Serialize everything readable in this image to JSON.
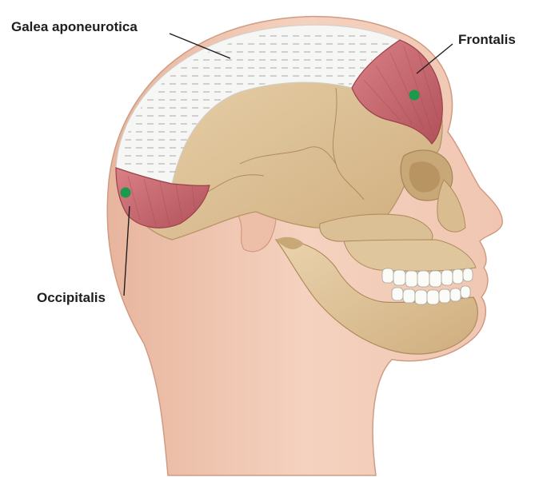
{
  "labels": {
    "galea": "Galea aponeurotica",
    "frontalis": "Frontalis",
    "occipitalis": "Occipitalis"
  },
  "colors": {
    "skin": "#f2cdb8",
    "skin_shadow": "#e3ad95",
    "skull": "#dfc49a",
    "skull_shadow": "#c9a878",
    "muscle": "#c8646a",
    "muscle_dark": "#a94a52",
    "galea": "#f4f4f2",
    "marker": "#1b9a4b"
  }
}
